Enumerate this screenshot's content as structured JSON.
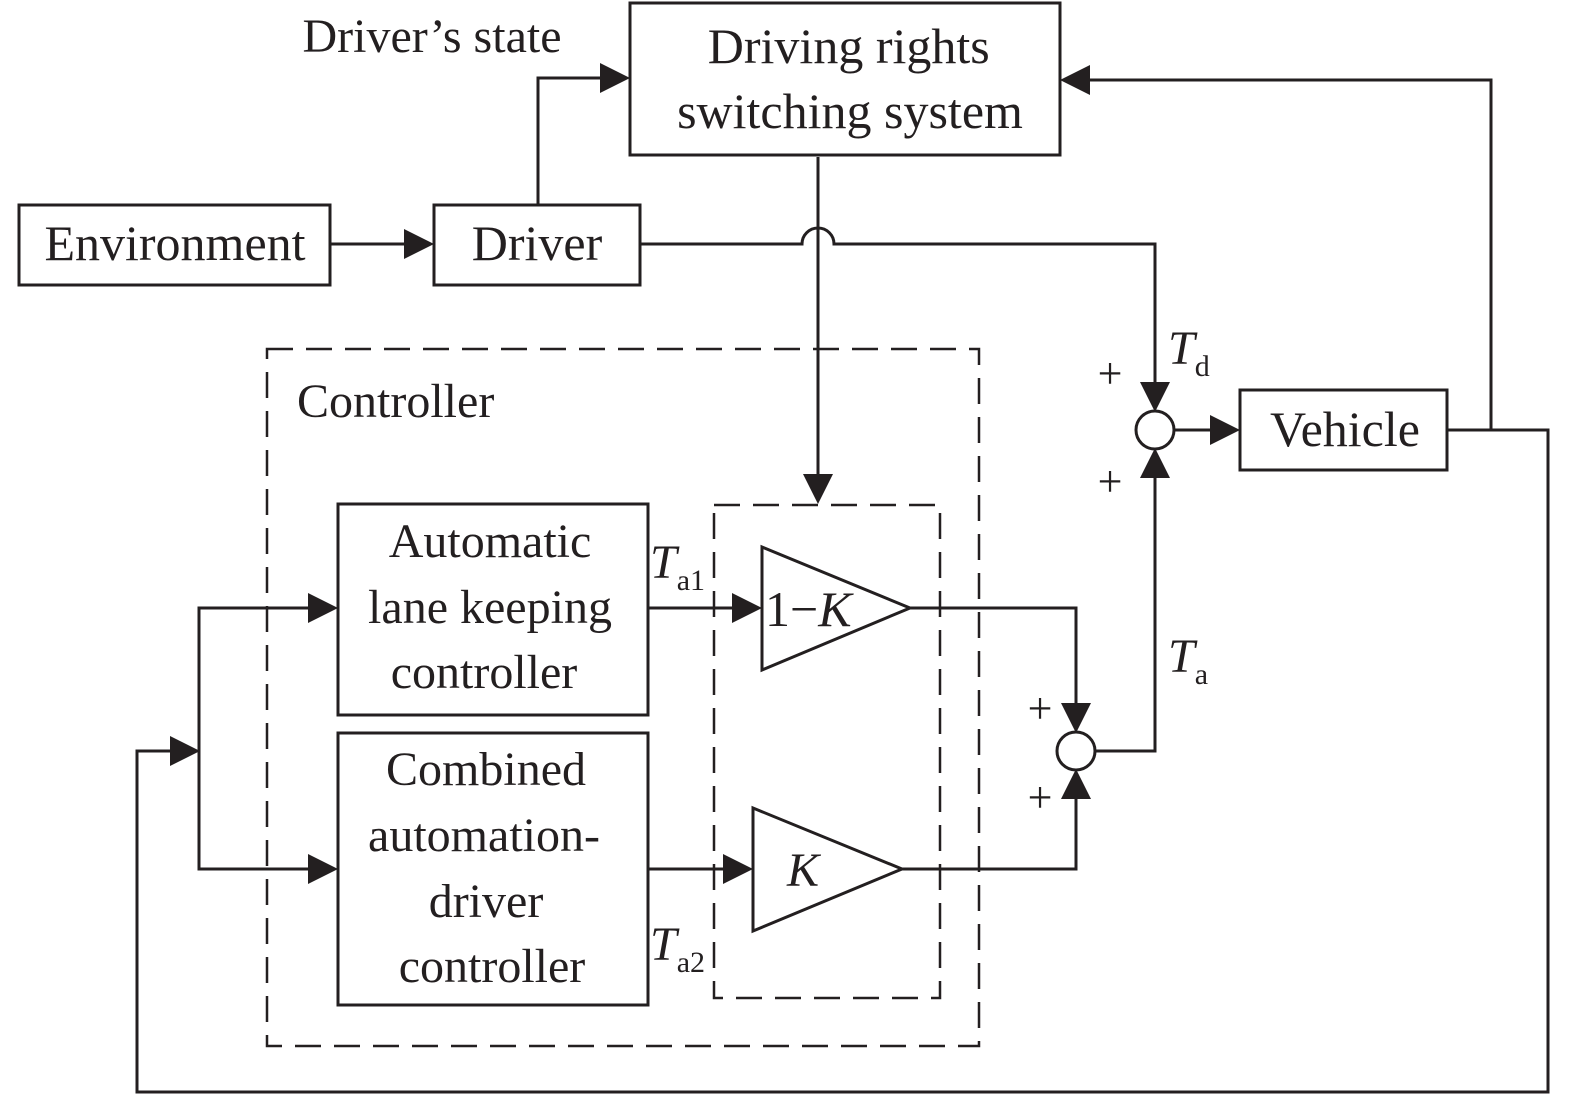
{
  "blocks": {
    "switching": [
      "Driving rights",
      "switching system"
    ],
    "environment": "Environment",
    "driver": "Driver",
    "vehicle": "Vehicle",
    "lane_keeping": [
      "Automatic",
      "lane keeping",
      "controller"
    ],
    "combined": [
      "Combined",
      "automation-",
      "driver",
      "controller"
    ]
  },
  "labels": {
    "drivers_state": "Driver’s state",
    "controller": "Controller"
  },
  "gains": {
    "top_prefix": "1−",
    "top_var": "K",
    "bottom": "K"
  },
  "signals": {
    "td": {
      "main": "T",
      "sub": "d"
    },
    "ta": {
      "main": "T",
      "sub": "a"
    },
    "ta1": {
      "main": "T",
      "sub": "a1"
    },
    "ta2": {
      "main": "T",
      "sub": "a2"
    }
  },
  "signs": {
    "sum_upper_top": "+",
    "sum_upper_bottom": "+",
    "sum_lower_top": "+",
    "sum_lower_bottom": "+"
  }
}
